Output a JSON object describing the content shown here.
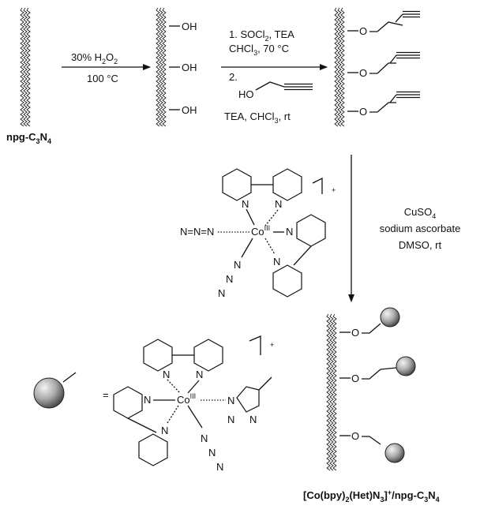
{
  "step1": {
    "reagent": "30% H",
    "reagent_sub": "2",
    "reagent_tail": "O",
    "reagent_sub2": "2",
    "temp": "100 °C"
  },
  "start_label": {
    "main": "npg-C",
    "sub1": "3",
    "mid": "N",
    "sub2": "4"
  },
  "hydroxyl": [
    "OH",
    "OH",
    "OH"
  ],
  "step2": {
    "line1a": "1. SOCl",
    "line1b": "2",
    "line1c": ", TEA",
    "line2a": "CHCl",
    "line2b": "3",
    "line2c": ", 70 °C",
    "line3": "2.",
    "ho": "HO",
    "line5a": "TEA, CHCl",
    "line5b": "3",
    "line5c": ", rt"
  },
  "propargyl_O": [
    "O",
    "O",
    "O"
  ],
  "step3": {
    "line1a": "CuSO",
    "line1b": "4",
    "line2": "sodium ascorbate",
    "line3": "DMSO, rt"
  },
  "complex1": {
    "azide1": "N=N=N",
    "co": "Co",
    "co_ox": "III",
    "charge": "+",
    "n": [
      "N",
      "N",
      "N",
      "N"
    ],
    "azide2": [
      "N",
      "N",
      "N"
    ]
  },
  "complex2": {
    "co": "Co",
    "co_ox": "III",
    "charge": "+",
    "n": [
      "N",
      "N",
      "N",
      "N"
    ],
    "triazole": [
      "N",
      "N",
      "N"
    ],
    "azide": [
      "N",
      "N",
      "N"
    ]
  },
  "legend": {
    "equals": "="
  },
  "product_O": [
    "O",
    "O",
    "O"
  ],
  "product_label": {
    "a": "[Co(bpy)",
    "b": "2",
    "c": "(Het)N",
    "d": "3",
    "e": "]",
    "f": "+",
    "g": "/npg-C",
    "h": "3",
    "i": "N",
    "j": "4"
  },
  "colors": {
    "ink": "#111111",
    "sphere_light": "#f2f2f2",
    "sphere_dark": "#5a5a5a"
  }
}
